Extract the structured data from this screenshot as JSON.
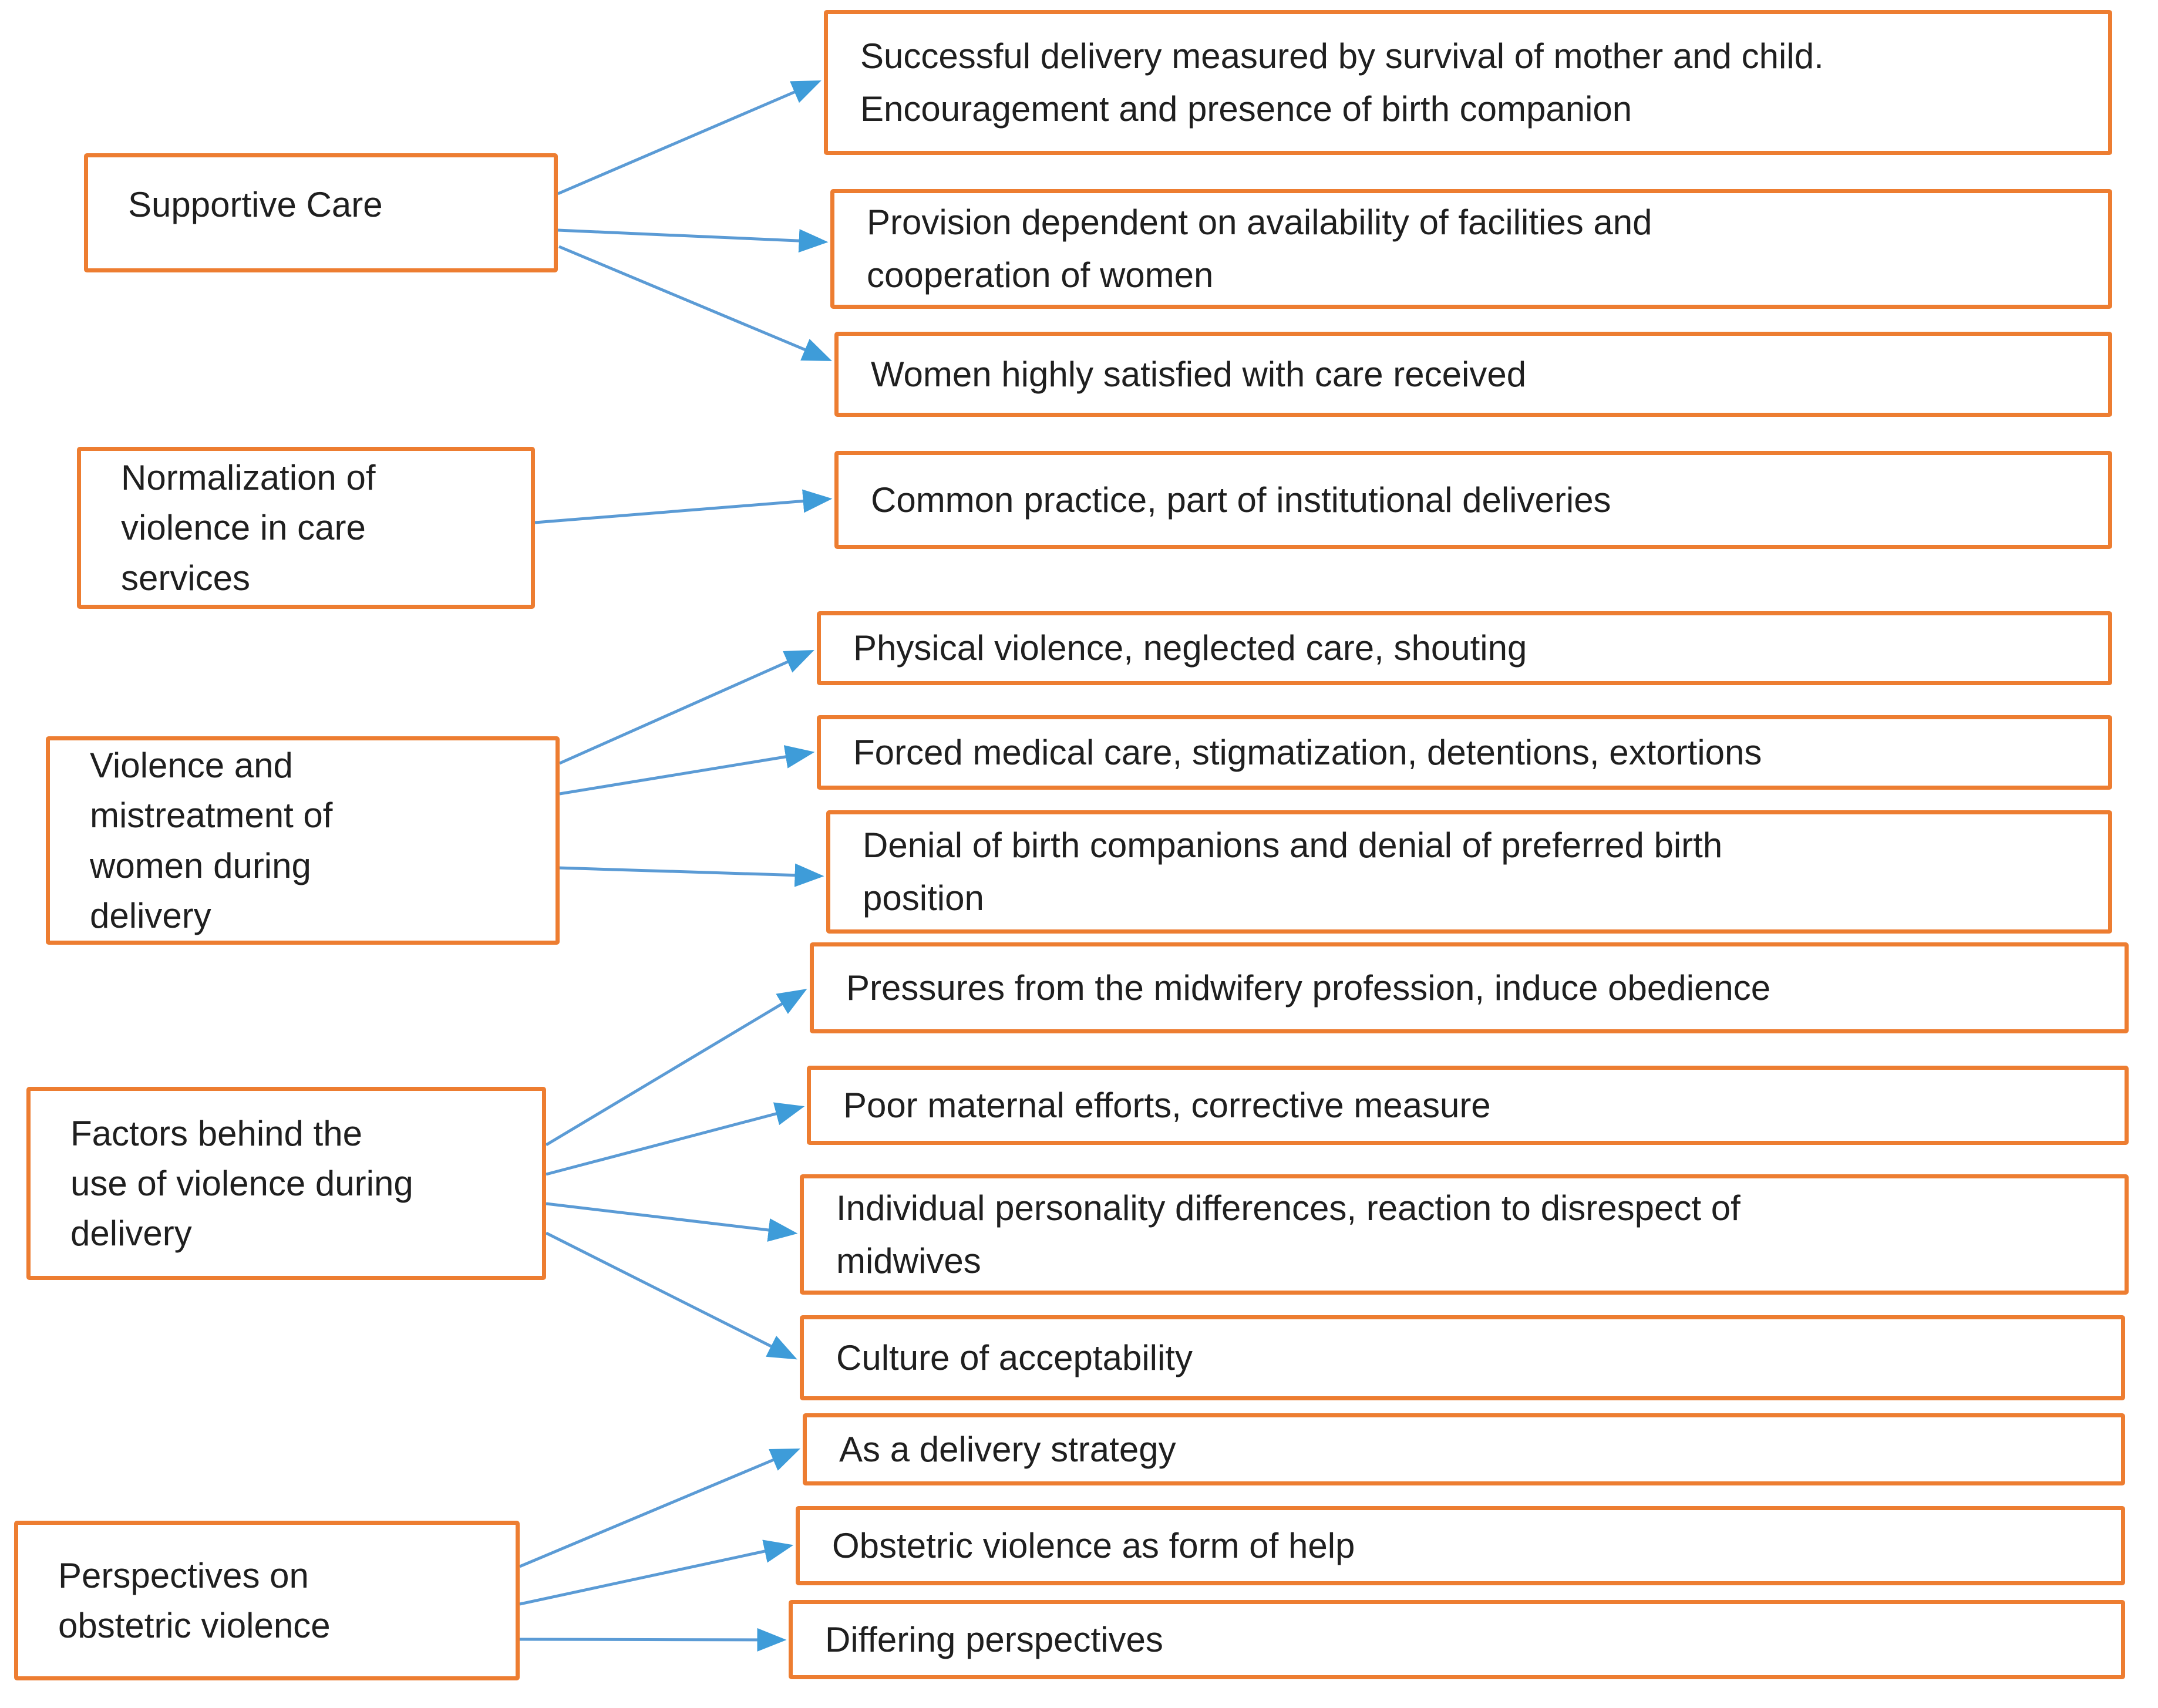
{
  "diagram": {
    "title": "Themes diagram: supportive care and obstetric violence findings",
    "colors": {
      "box_border": "#ED7D31",
      "arrow_line": "#5B9BD5",
      "arrow_head": "#3E9CD9",
      "text": "#1f1f1f",
      "background": "#ffffff"
    },
    "groups": [
      {
        "category": "Supportive Care",
        "findings": [
          "Successful delivery measured by survival of mother and child.\nEncouragement and presence of birth companion",
          "Provision dependent on availability of facilities and\ncooperation of women",
          "Women highly satisfied with care received"
        ]
      },
      {
        "category": "Normalization of\nviolence in care\nservices",
        "findings": [
          "Common practice, part of institutional deliveries"
        ]
      },
      {
        "category": "Violence and\nmistreatment of\nwomen during\ndelivery",
        "findings": [
          "Physical violence, neglected care, shouting",
          "Forced medical care, stigmatization, detentions, extortions",
          "Denial of birth companions and denial of preferred birth\nposition"
        ]
      },
      {
        "category": "Factors behind the\nuse of violence during\ndelivery",
        "findings": [
          "Pressures from the midwifery profession, induce obedience",
          "Poor maternal efforts, corrective measure",
          "Individual personality differences, reaction to disrespect of\nmidwives",
          "Culture of acceptability"
        ]
      },
      {
        "category": "Perspectives on\nobstetric violence",
        "findings": [
          "As a delivery strategy",
          "Obstetric violence as form of help",
          "Differing perspectives"
        ]
      }
    ]
  }
}
